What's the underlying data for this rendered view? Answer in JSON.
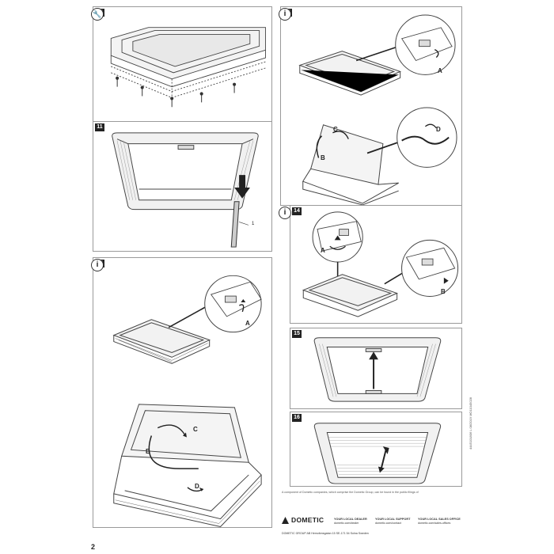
{
  "steps": {
    "s10": "10",
    "s11": "11",
    "s12": "12",
    "s13": "13",
    "s14": "14",
    "s15": "15",
    "s16": "16"
  },
  "markers": {
    "tool": "wrench-icon",
    "info": "i"
  },
  "labels": {
    "s11_part": "1",
    "s12_a": "A",
    "s12_b": "B",
    "s12_c": "C",
    "s12_d": "D",
    "s13_a": "A",
    "s13_b": "B",
    "s13_c": "C",
    "s13_d": "D",
    "s14_a": "A",
    "s14_b": "B"
  },
  "page_number": "2",
  "footer": {
    "note": "A component of Dometic companies, which comprise the Dometic Group, can be found in the public filings of",
    "brand": "DOMETIC",
    "col1_title": "YOUR LOCAL DEALER",
    "col1_url": "dometic.com/dealer",
    "col2_title": "YOUR LOCAL SUPPORT",
    "col2_url": "dometic.com/contact",
    "col3_title": "YOUR LOCAL SALES OFFICE",
    "col3_url": "dometic.com/sales-offices",
    "address": "DOMETIC GROUP AB   Hemvärnsgatan 15   SE-171 54 Solna   Sweden"
  },
  "side_code": "4445101806 L   08/2019   MO11045028"
}
